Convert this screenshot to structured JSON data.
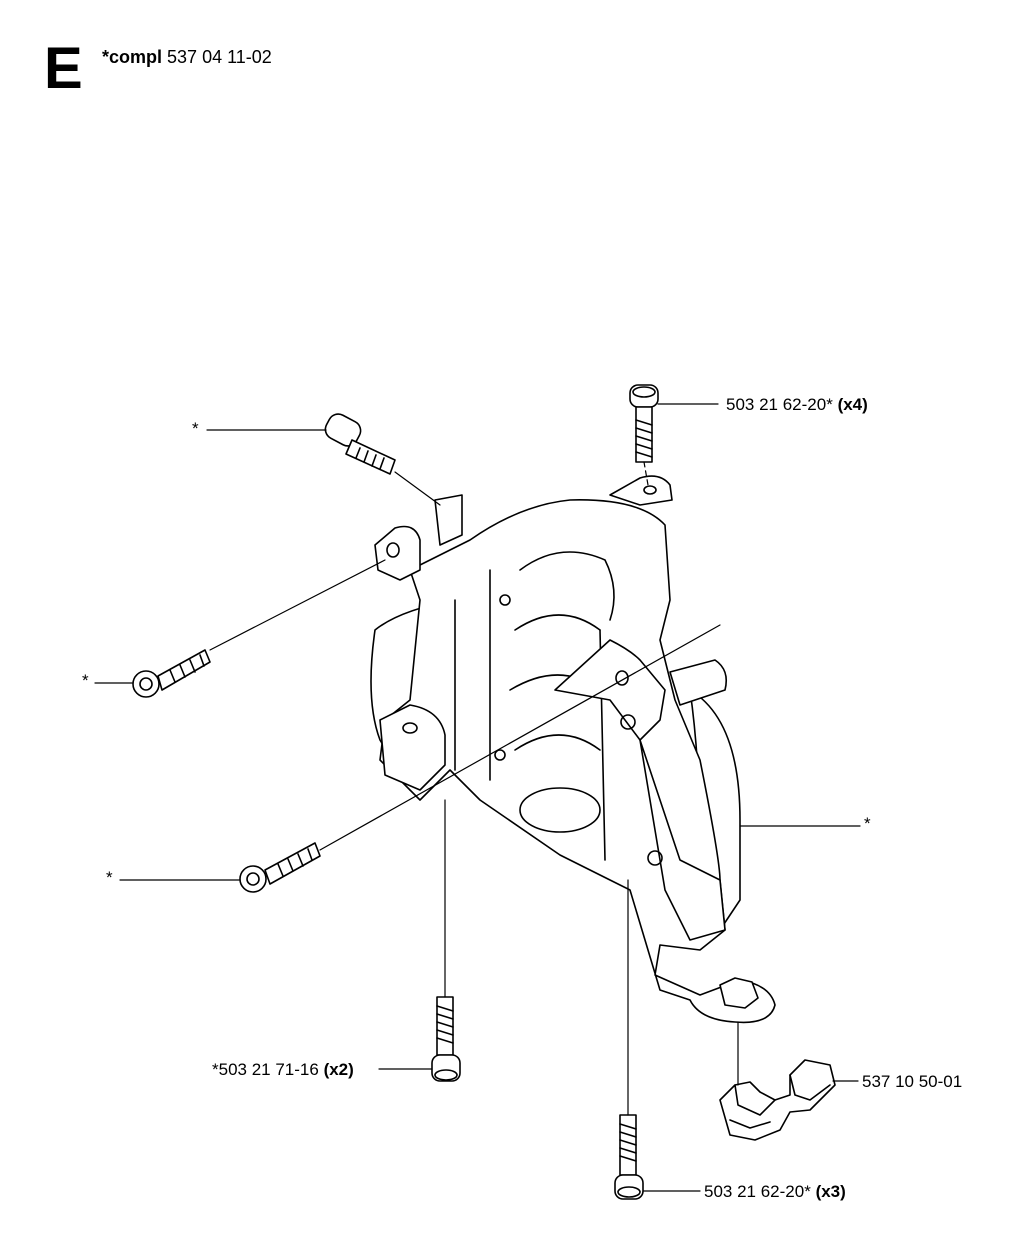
{
  "header": {
    "section": "E",
    "compl_label": "*compl",
    "compl_number": "537 04 11-02"
  },
  "callouts": [
    {
      "id": "screw-top",
      "part": "503 21 62-20*",
      "qty": "(x4)"
    },
    {
      "id": "screw-upper-left",
      "part": "*",
      "qty": ""
    },
    {
      "id": "screw-mid-left",
      "part": "*",
      "qty": ""
    },
    {
      "id": "screw-lower-left",
      "part": "*",
      "qty": ""
    },
    {
      "id": "housing",
      "part": "*",
      "qty": ""
    },
    {
      "id": "screw-bottom-left",
      "part": "*503 21 71-16",
      "qty": "(x2)"
    },
    {
      "id": "clip",
      "part": "537 10 50-01",
      "qty": ""
    },
    {
      "id": "screw-bottom-right",
      "part": "503 21 62-20*",
      "qty": "(x3)"
    }
  ]
}
